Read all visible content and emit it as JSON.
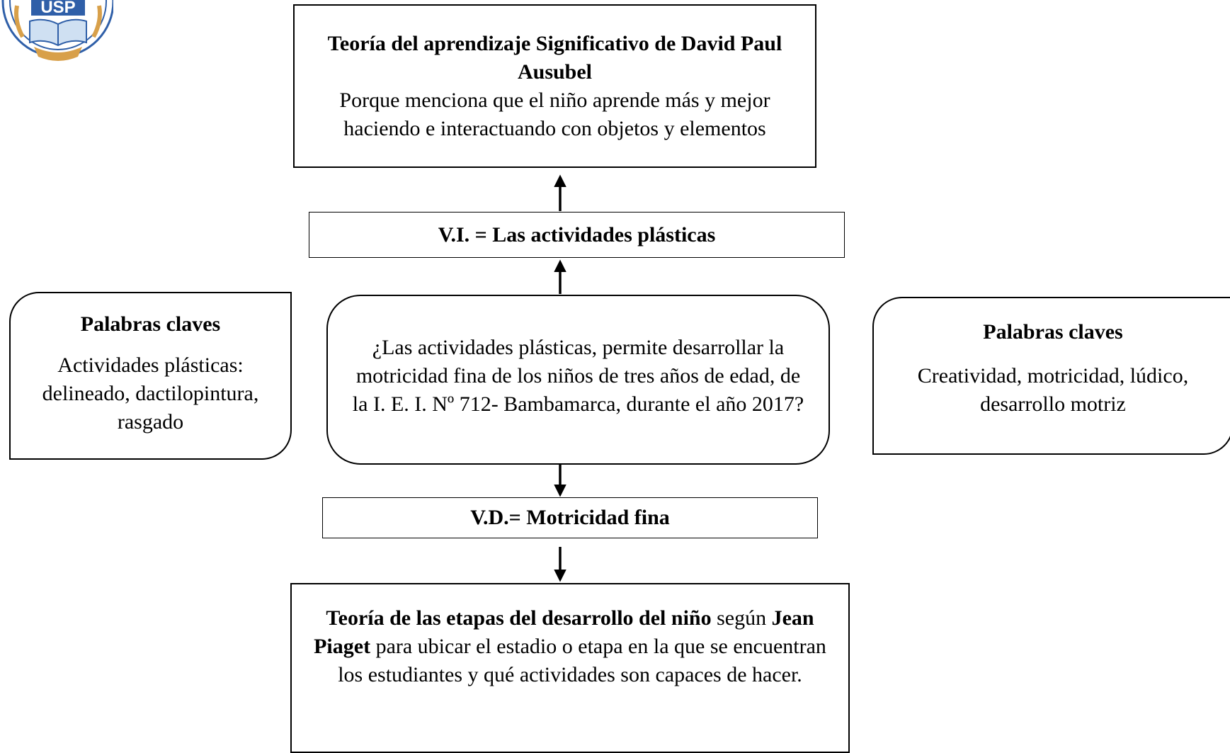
{
  "logo": {
    "text": "USP",
    "colors": {
      "primary": "#2f5fa8",
      "secondary": "#d8a04a",
      "light": "#cfe0f2"
    }
  },
  "boxes": {
    "top": {
      "title": "Teoría del aprendizaje Significativo de David Paul Ausubel",
      "body": "Porque menciona que el niño aprende más y mejor haciendo e interactuando con objetos y elementos"
    },
    "vi": {
      "label": "V.I. = Las actividades plásticas"
    },
    "question": {
      "text": "¿Las actividades plásticas, permite desarrollar la motricidad fina de los niños de tres años de edad, de la I. E. I. Nº 712- Bambamarca, durante el año 2017?"
    },
    "left": {
      "title": "Palabras claves",
      "body": "Actividades plásticas: delineado, dactilopintura, rasgado"
    },
    "right": {
      "title": "Palabras claves",
      "body": "Creatividad, motricidad, lúdico, desarrollo motriz"
    },
    "vd": {
      "label": "V.D.= Motricidad fina"
    },
    "bottom": {
      "bold1": "Teoría de las etapas del desarrollo del niño",
      "text1": " según ",
      "bold2": "Jean Piaget",
      "text2": " para ubicar el estadio o etapa en la que se encuentran los estudiantes y qué actividades son capaces de hacer."
    }
  }
}
